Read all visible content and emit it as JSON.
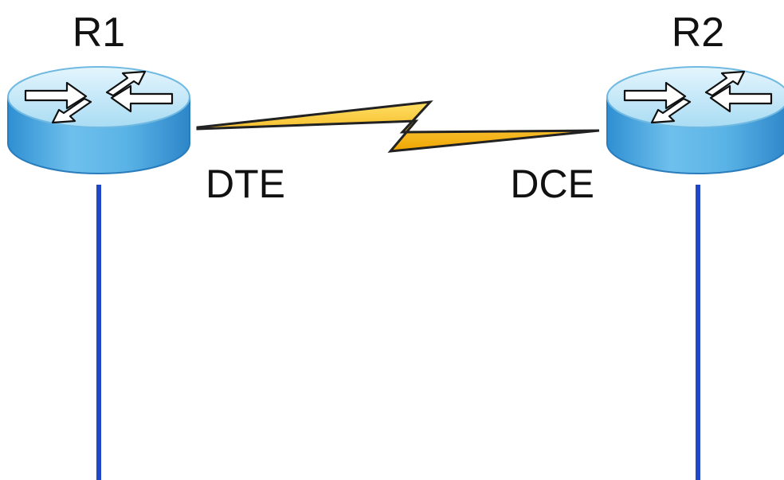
{
  "routers": [
    {
      "label": "R1"
    },
    {
      "label": "R2"
    }
  ],
  "serial_link": {
    "left_end_label": "DTE",
    "right_end_label": "DCE"
  },
  "colors": {
    "router_top": "#bfe6f7",
    "router_body": "#3f9ddb",
    "router_body_light": "#7cc6ee",
    "ethernet_line": "#1f47c8",
    "serial_bolt": "#f2b705",
    "serial_bolt_edge": "#222222"
  },
  "icons": {
    "router": "router-icon",
    "serial": "serial-lightning-icon"
  }
}
